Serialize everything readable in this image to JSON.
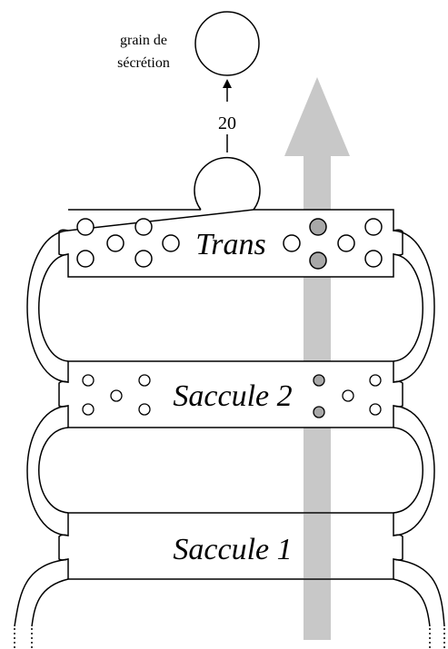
{
  "labels": {
    "granule_line1": "grain de",
    "granule_line2": "sécrétion",
    "step": "20",
    "trans": "Trans",
    "saccule2": "Saccule 2",
    "saccule1": "Saccule 1"
  },
  "colors": {
    "stroke": "#000000",
    "arrow": "#c8c8c8",
    "marked_vesicle": "#a8a8a8",
    "background": "#ffffff"
  }
}
